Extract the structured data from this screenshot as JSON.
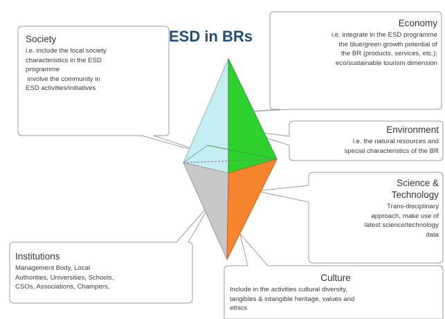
{
  "title": "ESD in BRs",
  "society": {
    "heading": "Society",
    "lines": [
      "i.e. include the local society",
      "characteristics in the ESD",
      "programme",
      " involve the community in",
      "ESD activities/initiatives"
    ]
  },
  "economy": {
    "heading": "Economy",
    "lines": [
      "i.e. integrate in the ESD programme",
      "the blue/green growth potential of",
      "the BR (products, services, etc.):",
      "eco/sustainable tourism dimension"
    ]
  },
  "environment": {
    "heading": "Environment",
    "lines": [
      "i.e. the natural resources and",
      "special characteristics of the BR"
    ]
  },
  "science": {
    "heading_1": "Science &",
    "heading_2": "Technology",
    "lines": [
      "Trans-disciplinary",
      "approach, make use of",
      "latest science/technology",
      "data"
    ]
  },
  "institutions": {
    "heading": "Institutions",
    "lines": [
      "Management Body, Local",
      "Authorities, Universities, Schools,",
      "CSOs, Associations, Champers,"
    ]
  },
  "culture": {
    "heading": "Culture",
    "lines": [
      "Include in the activities cultural diversity,",
      "tangibles & intangible heritage, values and",
      "ethics"
    ]
  },
  "colors": {
    "society_face": "#c4eef2",
    "economy_face": "#2fd12f",
    "institutions_face": "#c8c8c8",
    "culture_face": "#f7842f",
    "title": "#1f4e79",
    "callout_border": "#9a9a9a"
  }
}
